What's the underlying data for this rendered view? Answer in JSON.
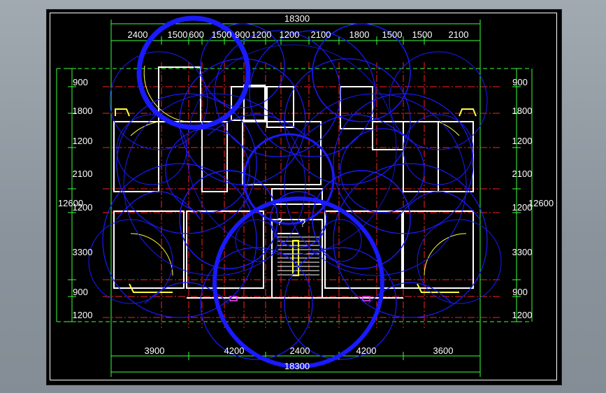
{
  "drawing": {
    "overall_width_top": "18300",
    "overall_width_bottom": "18300",
    "overall_depth_left": "12600",
    "overall_depth_right": "12600",
    "top_segments": [
      "2400",
      "1500",
      "600",
      "1500",
      "900",
      "1200",
      "1200",
      "2100",
      "1800",
      "1500",
      "1500",
      "2100"
    ],
    "bottom_segments": [
      "3900",
      "4200",
      "2400",
      "4200",
      "3600"
    ],
    "left_segments": [
      "900",
      "1800",
      "1200",
      "2100",
      "1200",
      "3300",
      "900",
      "1200"
    ],
    "right_segments": [
      "900",
      "1800",
      "1200",
      "2100",
      "1200",
      "3300",
      "900",
      "1200"
    ],
    "room_marks": [
      "?",
      "?"
    ]
  },
  "colors": {
    "background": "#000000",
    "dimension_line": "#3cff3c",
    "axis_line": "#ff2020",
    "wall": "#ffffff",
    "overlay_circles": "#1a1aff",
    "furniture": "#ffff40",
    "window": "#ff40ff"
  }
}
